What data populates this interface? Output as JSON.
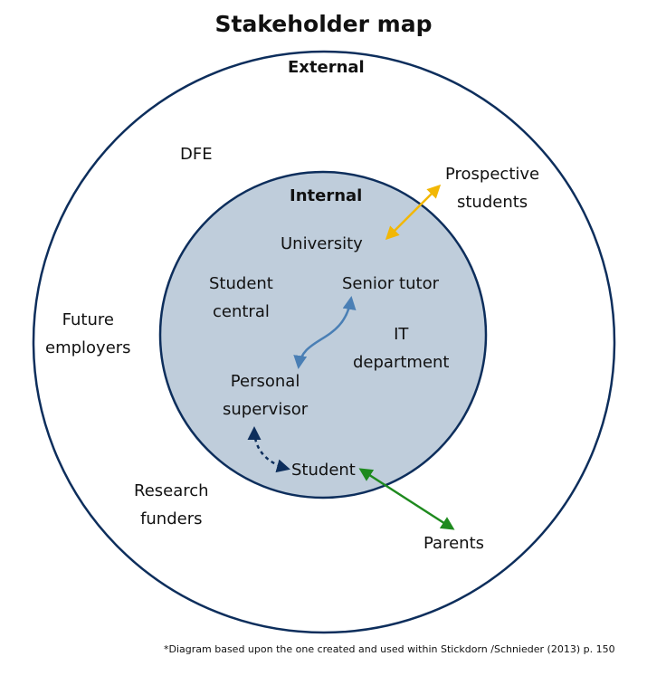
{
  "title": "Stakeholder map",
  "rings": {
    "external": "External",
    "internal": "Internal"
  },
  "external_stakeholders": {
    "dfe": "DFE",
    "prospective_students": [
      "Prospective",
      "students"
    ],
    "future_employers": [
      "Future",
      "employers"
    ],
    "research_funders": [
      "Research",
      "funders"
    ],
    "parents": "Parents"
  },
  "internal_stakeholders": {
    "university": "University",
    "student_central": [
      "Student",
      "central"
    ],
    "senior_tutor": "Senior tutor",
    "it_department": [
      "IT",
      "department"
    ],
    "personal_supervisor": [
      "Personal",
      "supervisor"
    ],
    "student": "Student"
  },
  "footnote": "*Diagram based upon the one created and used within Stickdorn /Schnieder (2013) p. 150",
  "colors": {
    "ring_stroke": "#0d2e5c",
    "inner_fill": "#bfcddb",
    "arrow_prospective": "#f2b705",
    "arrow_supervisor_tutor": "#4a7fb5",
    "arrow_student_supervisor": "#0d2e5c",
    "arrow_student_parents": "#1e8a1e"
  }
}
